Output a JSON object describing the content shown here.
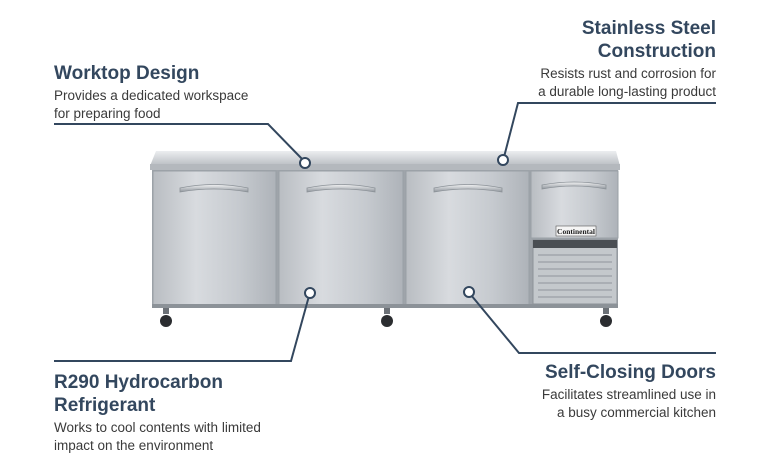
{
  "callouts": {
    "worktop": {
      "title": "Worktop Design",
      "desc_line1": "Provides a dedicated workspace",
      "desc_line2": "for preparing food"
    },
    "steel": {
      "title_line1": "Stainless Steel",
      "title_line2": "Construction",
      "desc_line1": "Resists rust and corrosion for",
      "desc_line2": "a durable long-lasting product"
    },
    "refrigerant": {
      "title_line1": "R290 Hydrocarbon",
      "title_line2": "Refrigerant",
      "desc_line1": "Works to cool contents with limited",
      "desc_line2": "impact on the environment"
    },
    "doors": {
      "title": "Self-Closing Doors",
      "desc_line1": "Facilitates streamlined use in",
      "desc_line2": "a busy commercial kitchen"
    }
  },
  "product": {
    "brand": "Continental"
  },
  "colors": {
    "heading": "#33475e",
    "body_text": "#3a3a3a",
    "leader_line": "#33475e",
    "steel_light": "#d9dce0",
    "steel_dark": "#a9aeb4"
  }
}
